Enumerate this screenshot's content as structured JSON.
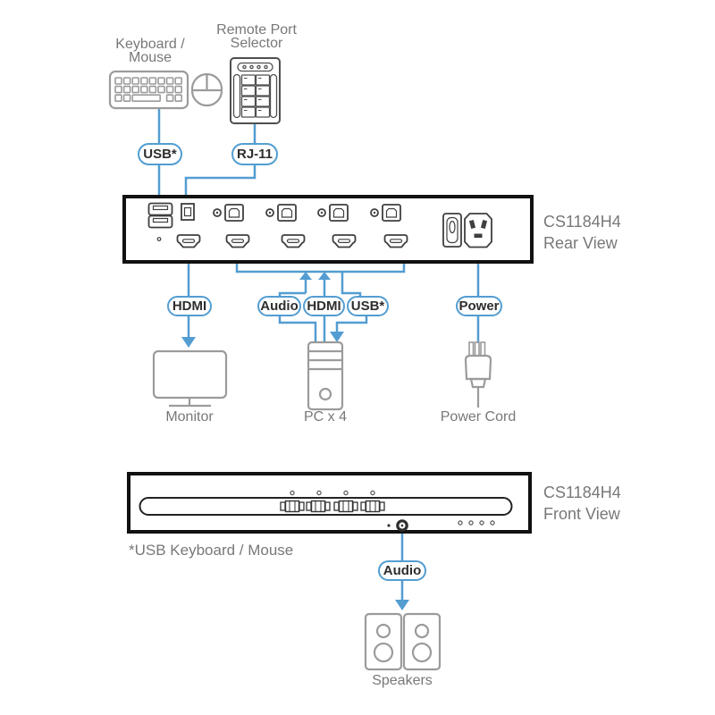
{
  "colors": {
    "accent_blue": "#539dd1",
    "icon_gray": "#9b9b9b",
    "label_gray": "#787878",
    "panel_black": "#111111"
  },
  "labels": {
    "keyboard_mouse_line1": "Keyboard /",
    "keyboard_mouse_line2": "Mouse",
    "remote_port_line1": "Remote Port",
    "remote_port_line2": "Selector",
    "monitor": "Monitor",
    "pc": "PC x 4",
    "power_cord": "Power Cord",
    "usb_note": "*USB Keyboard / Mouse",
    "speakers": "Speakers",
    "rear_model": "CS1184H4",
    "rear_view": "Rear View",
    "front_model": "CS1184H4",
    "front_view": "Front View"
  },
  "pills": {
    "usb_top": "USB*",
    "rj11": "RJ-11",
    "hdmi_monitor": "HDMI",
    "audio_pc": "Audio",
    "hdmi_pc": "HDMI",
    "usb_pc": "USB*",
    "power": "Power",
    "audio_front": "Audio"
  }
}
